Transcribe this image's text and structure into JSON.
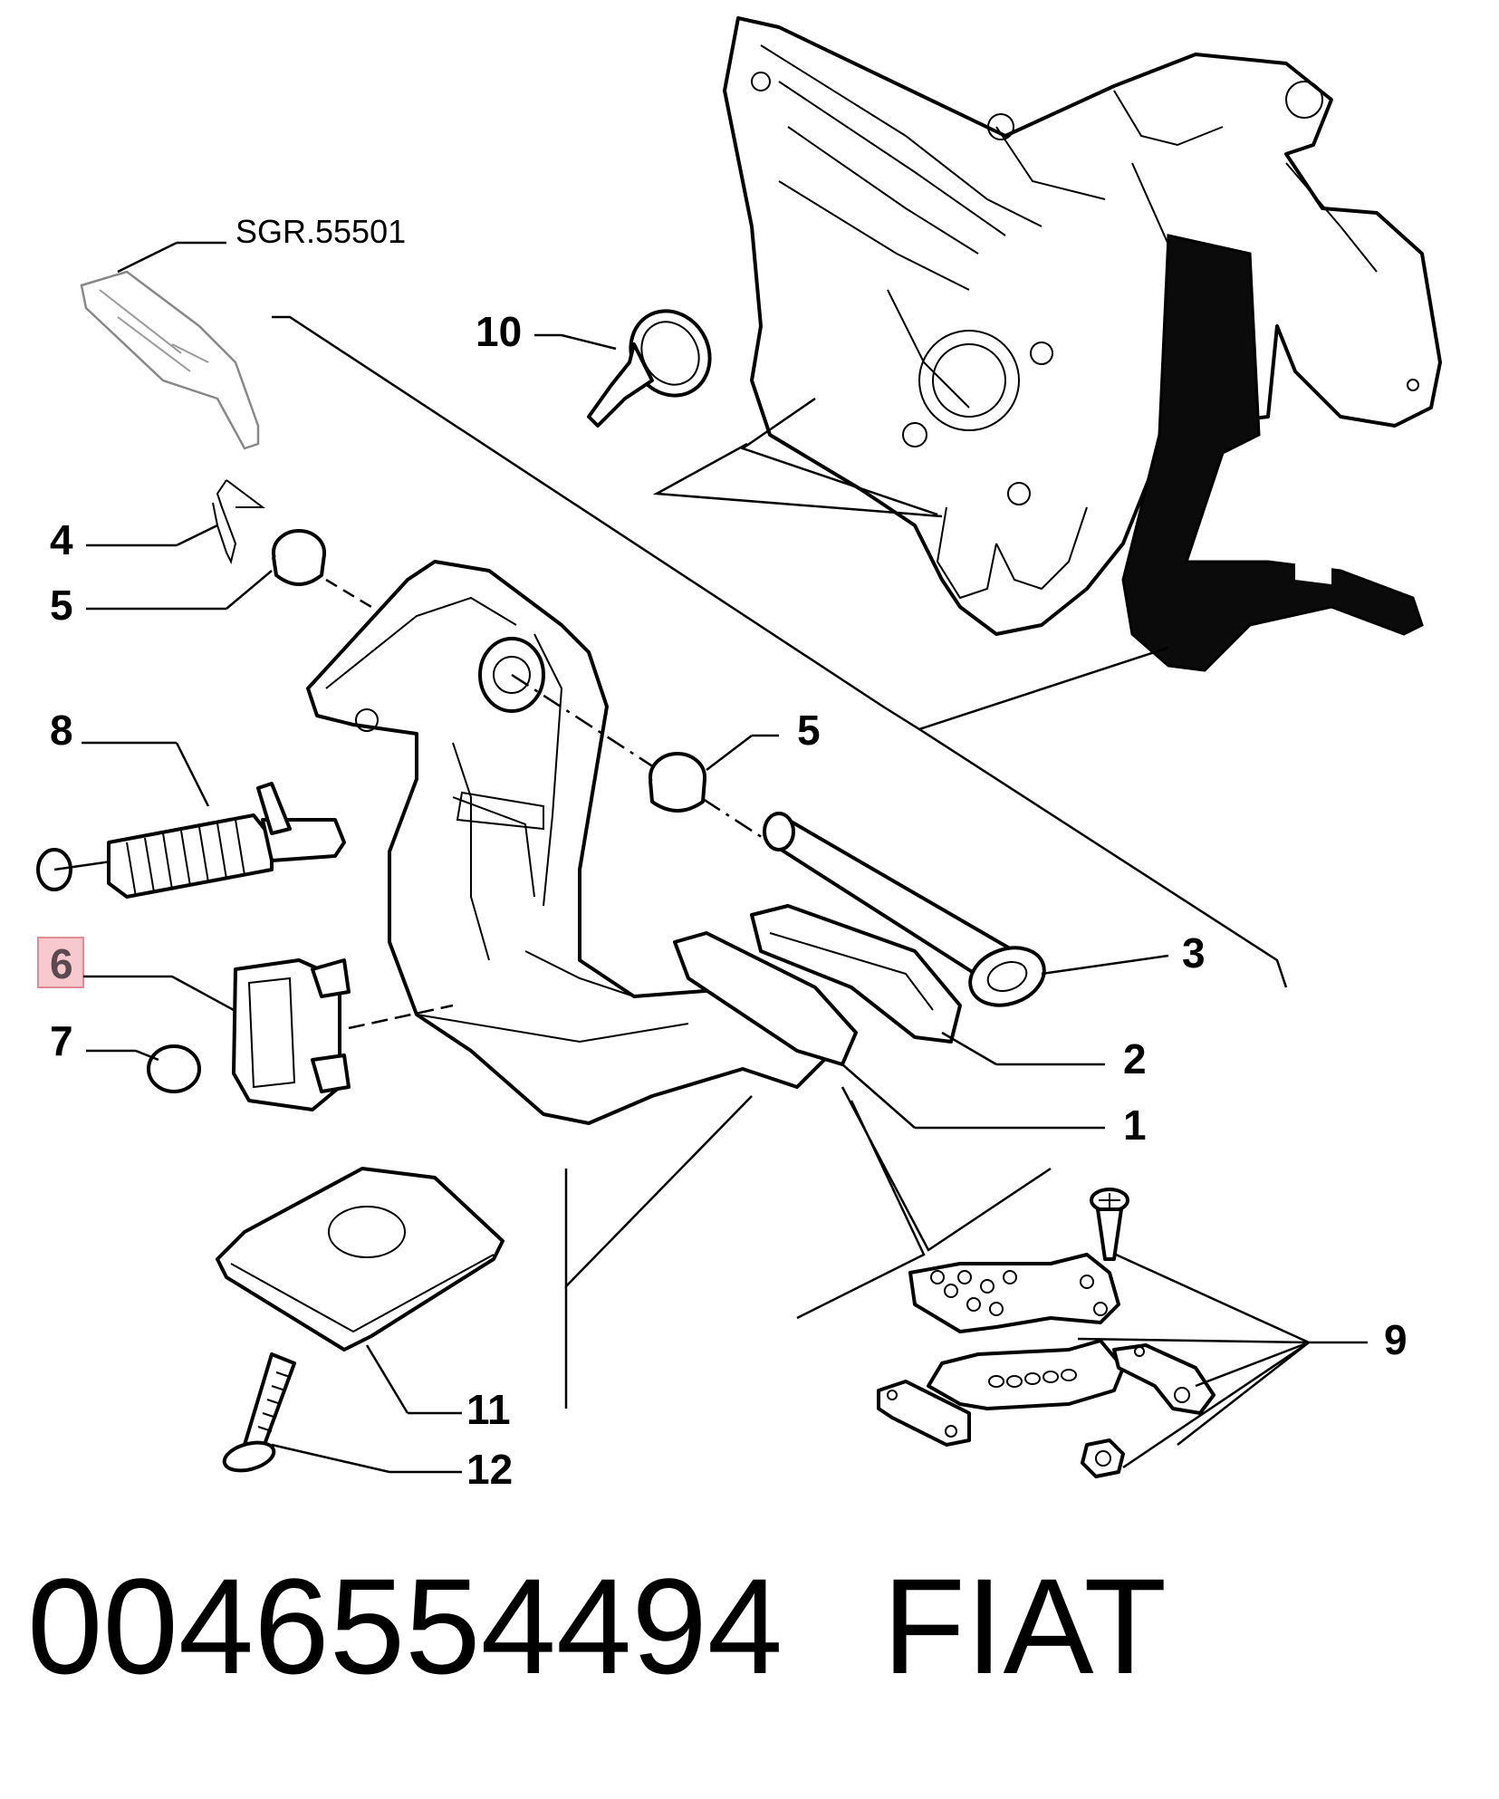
{
  "diagram": {
    "reference": "SGR.55501",
    "callouts": {
      "c10": "10",
      "c4": "4",
      "c5a": "5",
      "c5b": "5",
      "c8": "8",
      "c6": "6",
      "c7": "7",
      "c3": "3",
      "c2": "2",
      "c1": "1",
      "c9": "9",
      "c11": "11",
      "c12": "12"
    },
    "highlighted_callout": "6",
    "highlight_color": "#f7c9cf",
    "highlight_border_color": "#e08a96"
  },
  "footer": {
    "part_number": "0046554494",
    "brand": "FIAT"
  }
}
